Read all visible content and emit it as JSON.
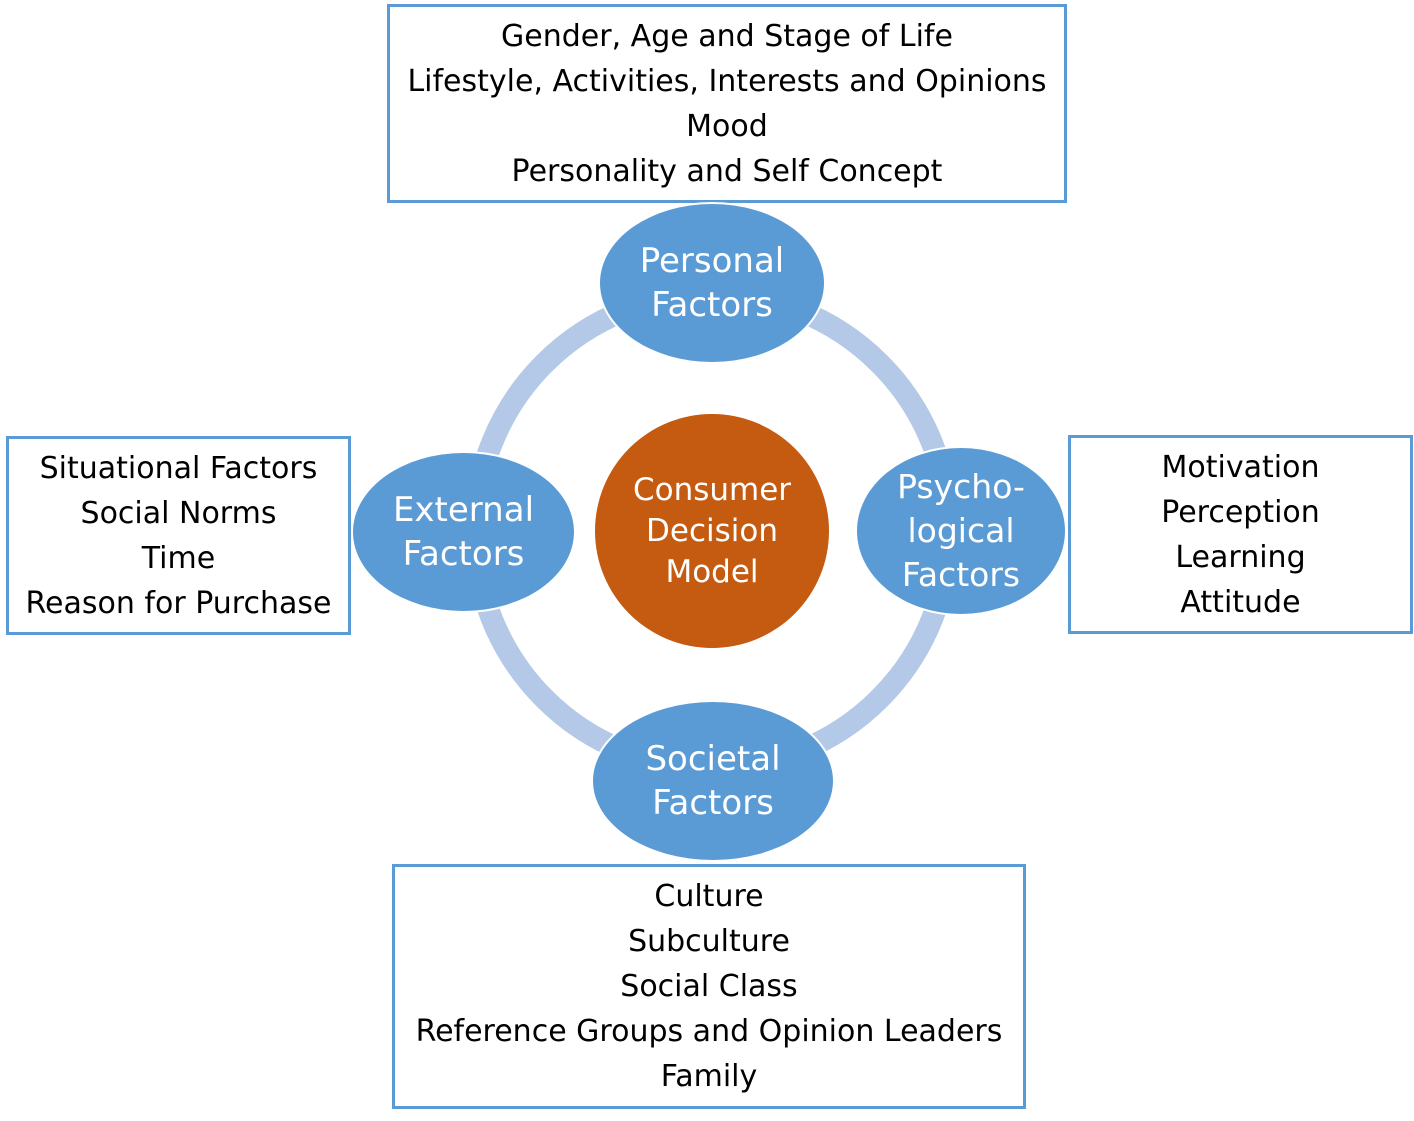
{
  "center": {
    "lines": [
      "Consumer",
      "Decision",
      "Model"
    ],
    "color": "#c55a11"
  },
  "colors": {
    "node": "#5b9bd5",
    "ring": "#b4c9e7",
    "box_border": "#5b9bd5"
  },
  "nodes": {
    "personal": {
      "lines": [
        "Personal",
        "Factors"
      ]
    },
    "psychological": {
      "lines": [
        "Psycho-",
        "logical",
        "Factors"
      ]
    },
    "societal": {
      "lines": [
        "Societal",
        "Factors"
      ]
    },
    "external": {
      "lines": [
        "External",
        "Factors"
      ]
    }
  },
  "boxes": {
    "personal": [
      "Gender, Age and Stage of Life",
      "Lifestyle, Activities, Interests and Opinions",
      "Mood",
      "Personality and Self Concept"
    ],
    "psychological": [
      "Motivation",
      "Perception",
      "Learning",
      "Attitude"
    ],
    "societal": [
      "Culture",
      "Subculture",
      "Social Class",
      "Reference Groups and Opinion Leaders",
      "Family"
    ],
    "external": [
      "Situational Factors",
      "Social Norms",
      "Time",
      "Reason for Purchase"
    ]
  }
}
